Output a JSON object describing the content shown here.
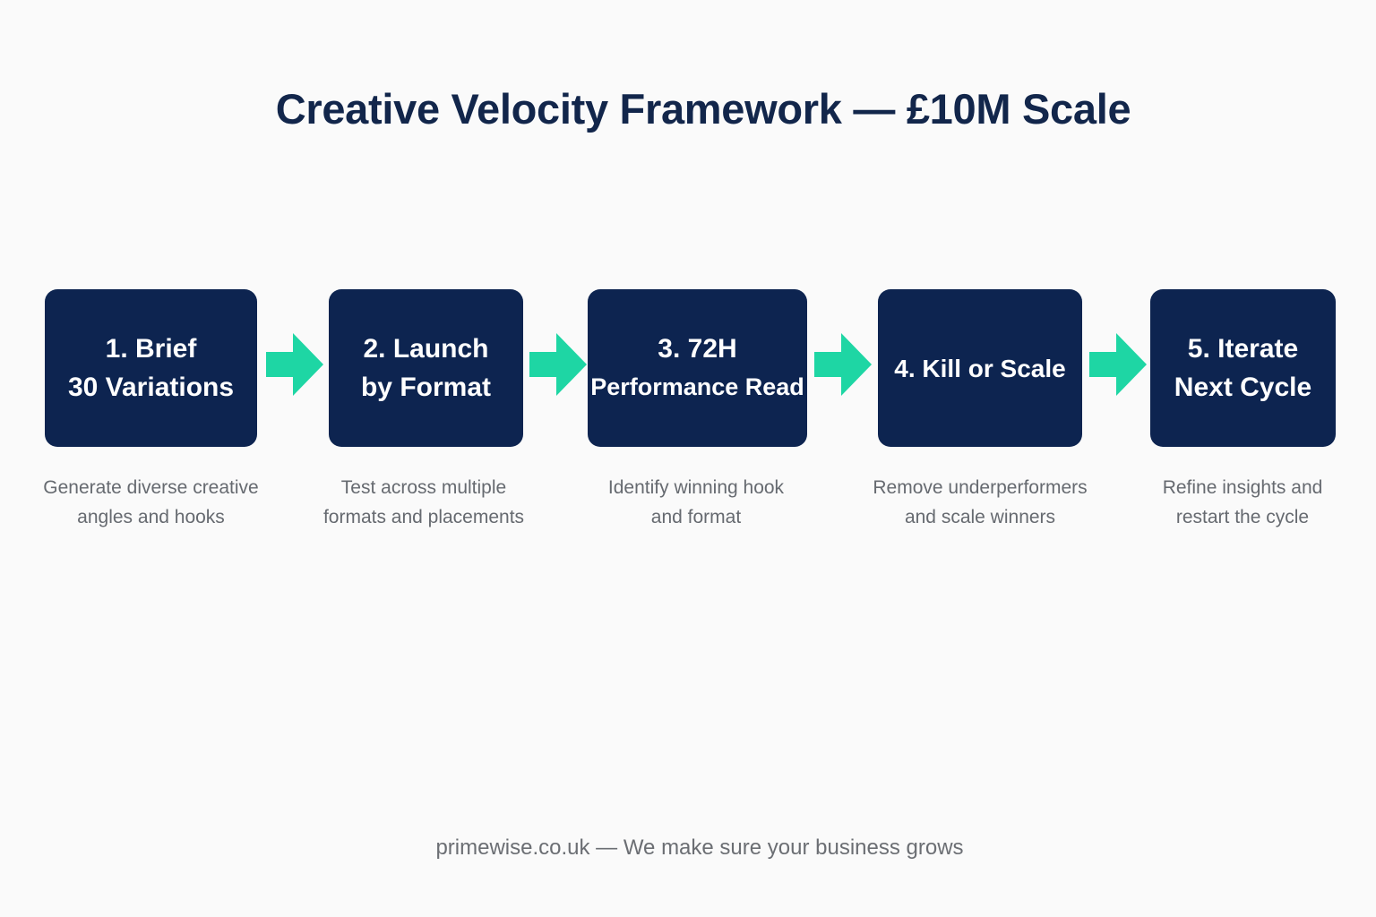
{
  "title": "Creative Velocity Framework — £10M Scale",
  "colors": {
    "box": "#0d2450",
    "arrow": "#1ed6a4",
    "title": "#12264b",
    "description": "#666a70",
    "background": "#fafafa"
  },
  "steps": [
    {
      "line1": "1. Brief",
      "line2": "30 Variations",
      "desc1": "Generate diverse creative",
      "desc2": "angles and hooks"
    },
    {
      "line1": "2. Launch",
      "line2": "by Format",
      "desc1": "Test across multiple",
      "desc2": "formats and placements"
    },
    {
      "line1": "3. 72H",
      "line2": "Performance Read",
      "desc1": "Identify winning hook",
      "desc2": "and format"
    },
    {
      "line1": "4. Kill or Scale",
      "desc1": "Remove underperformers",
      "desc2": "and scale winners"
    },
    {
      "line1": "5. Iterate",
      "line2": "Next Cycle",
      "desc1": "Refine insights and",
      "desc2": "restart the cycle"
    }
  ],
  "arrow_icon": "right-arrow-icon",
  "footer": "primewise.co.uk — We make sure your business grows"
}
